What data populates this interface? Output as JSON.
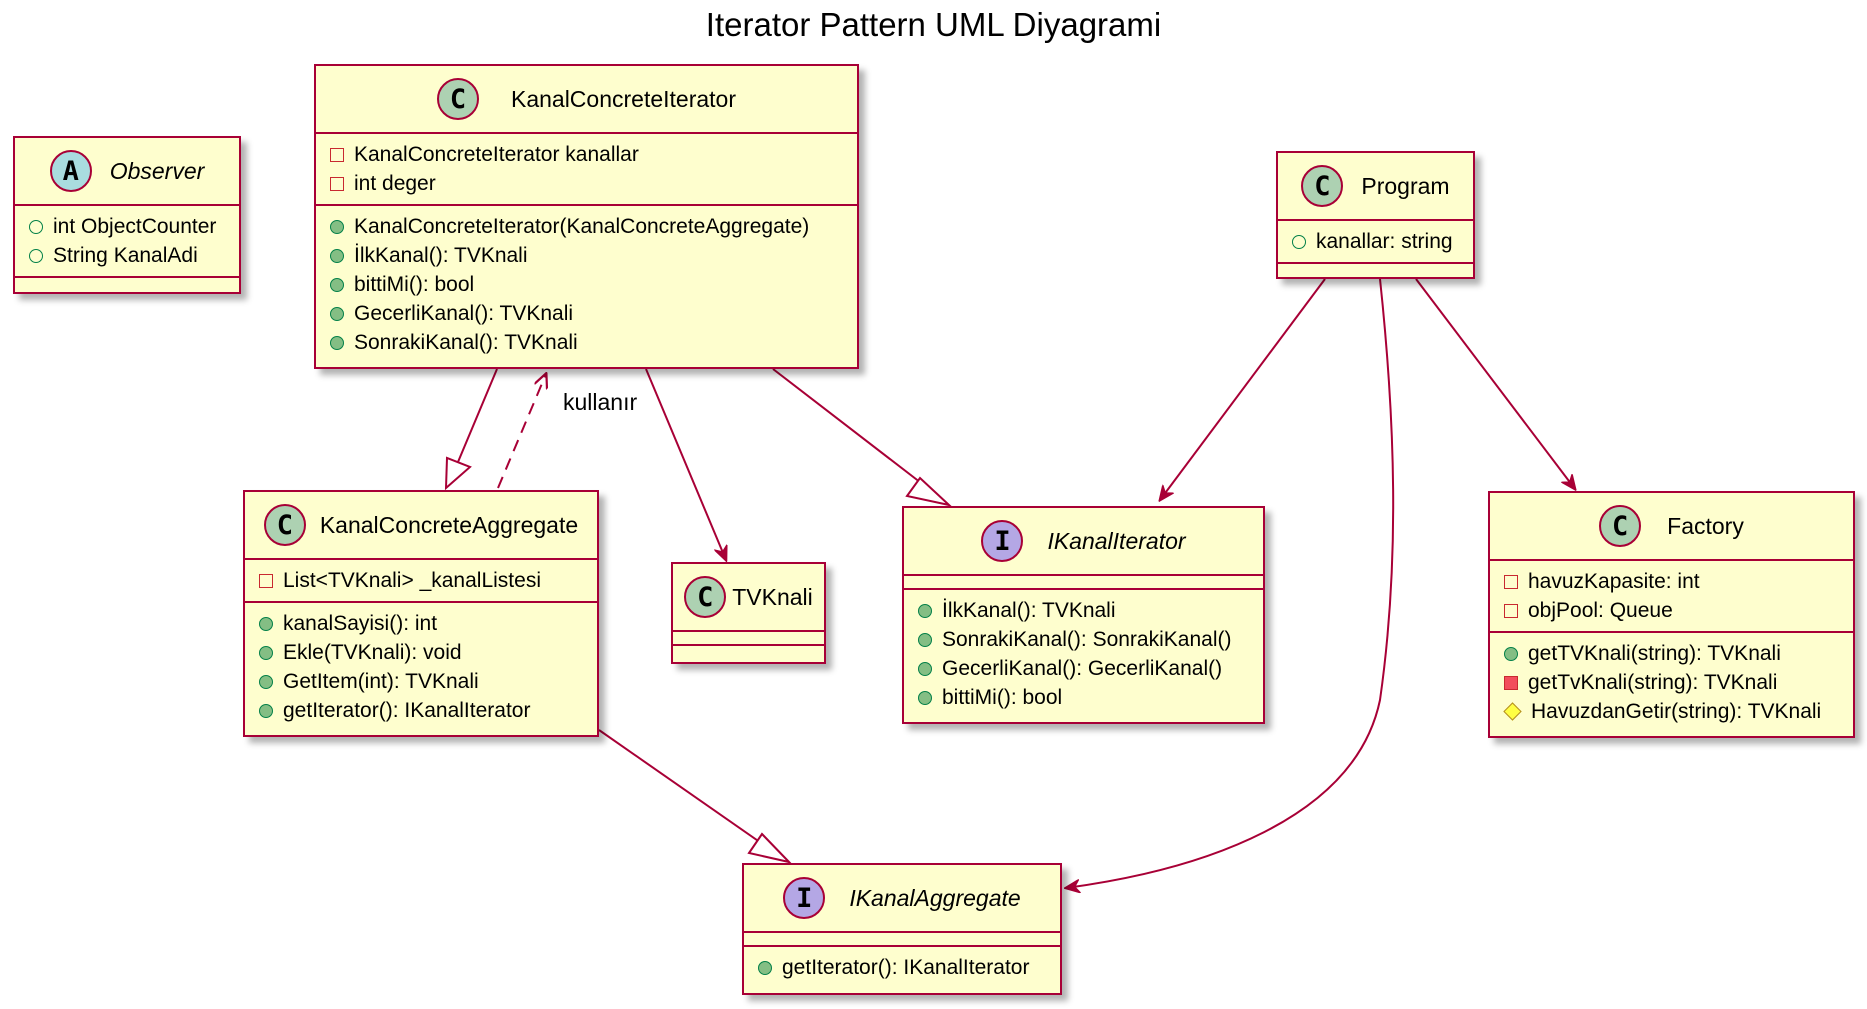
{
  "diagram": {
    "title": "Iterator Pattern UML Diyagrami",
    "edge_labels": {
      "uses": "kullanır"
    },
    "colors": {
      "border": "#A80036",
      "fill": "#FEFECE",
      "class_badge": "#ADD1B2",
      "abstract_badge": "#A9DCDF",
      "interface_badge": "#B4A7E5"
    },
    "classes": {
      "observer": {
        "badge": "A",
        "kind": "abstract",
        "name": "Observer",
        "fields": [
          {
            "vis": "public",
            "text": "int ObjectCounter"
          },
          {
            "vis": "public",
            "text": "String KanalAdi"
          }
        ],
        "methods": []
      },
      "kanal_concrete_iterator": {
        "badge": "C",
        "kind": "class",
        "name": "KanalConcreteIterator",
        "fields": [
          {
            "vis": "private",
            "text": "KanalConcreteIterator kanallar"
          },
          {
            "vis": "private",
            "text": "int deger"
          }
        ],
        "methods": [
          {
            "vis": "public",
            "text": "KanalConcreteIterator(KanalConcreteAggregate)"
          },
          {
            "vis": "public",
            "text": "İlkKanal(): TVKnali"
          },
          {
            "vis": "public",
            "text": "bittiMi(): bool"
          },
          {
            "vis": "public",
            "text": "GecerliKanal(): TVKnali"
          },
          {
            "vis": "public",
            "text": "SonrakiKanal(): TVKnali"
          }
        ]
      },
      "program": {
        "badge": "C",
        "kind": "class",
        "name": "Program",
        "fields": [
          {
            "vis": "public",
            "text": "kanallar: string"
          }
        ],
        "methods": []
      },
      "kanal_concrete_aggregate": {
        "badge": "C",
        "kind": "class",
        "name": "KanalConcreteAggregate",
        "fields": [
          {
            "vis": "private",
            "text": "List<TVKnali> _kanalListesi"
          }
        ],
        "methods": [
          {
            "vis": "public",
            "text": "kanalSayisi(): int"
          },
          {
            "vis": "public",
            "text": "Ekle(TVKnali): void"
          },
          {
            "vis": "public",
            "text": "GetItem(int): TVKnali"
          },
          {
            "vis": "public",
            "text": "getIterator(): IKanalIterator"
          }
        ]
      },
      "tvknali": {
        "badge": "C",
        "kind": "class",
        "name": "TVKnali",
        "fields": [],
        "methods": []
      },
      "ikanal_iterator": {
        "badge": "I",
        "kind": "interface",
        "name": "IKanalIterator",
        "fields": [],
        "methods": [
          {
            "vis": "public",
            "text": "İlkKanal(): TVKnali"
          },
          {
            "vis": "public",
            "text": "SonrakiKanal(): SonrakiKanal()"
          },
          {
            "vis": "public",
            "text": "GecerliKanal(): GecerliKanal()"
          },
          {
            "vis": "public",
            "text": "bittiMi(): bool"
          }
        ]
      },
      "factory": {
        "badge": "C",
        "kind": "class",
        "name": "Factory",
        "fields": [
          {
            "vis": "private",
            "text": "havuzKapasite: int"
          },
          {
            "vis": "private",
            "text": "objPool: Queue"
          }
        ],
        "methods": [
          {
            "vis": "public",
            "text": "getTVKnali(string): TVKnali"
          },
          {
            "vis": "private",
            "text": "getTvKnali(string): TVKnali"
          },
          {
            "vis": "protected",
            "text": "HavuzdanGetir(string): TVKnali"
          }
        ]
      },
      "ikanal_aggregate": {
        "badge": "I",
        "kind": "interface",
        "name": "IKanalAggregate",
        "fields": [],
        "methods": [
          {
            "vis": "public",
            "text": "getIterator(): IKanalIterator"
          }
        ]
      }
    }
  }
}
